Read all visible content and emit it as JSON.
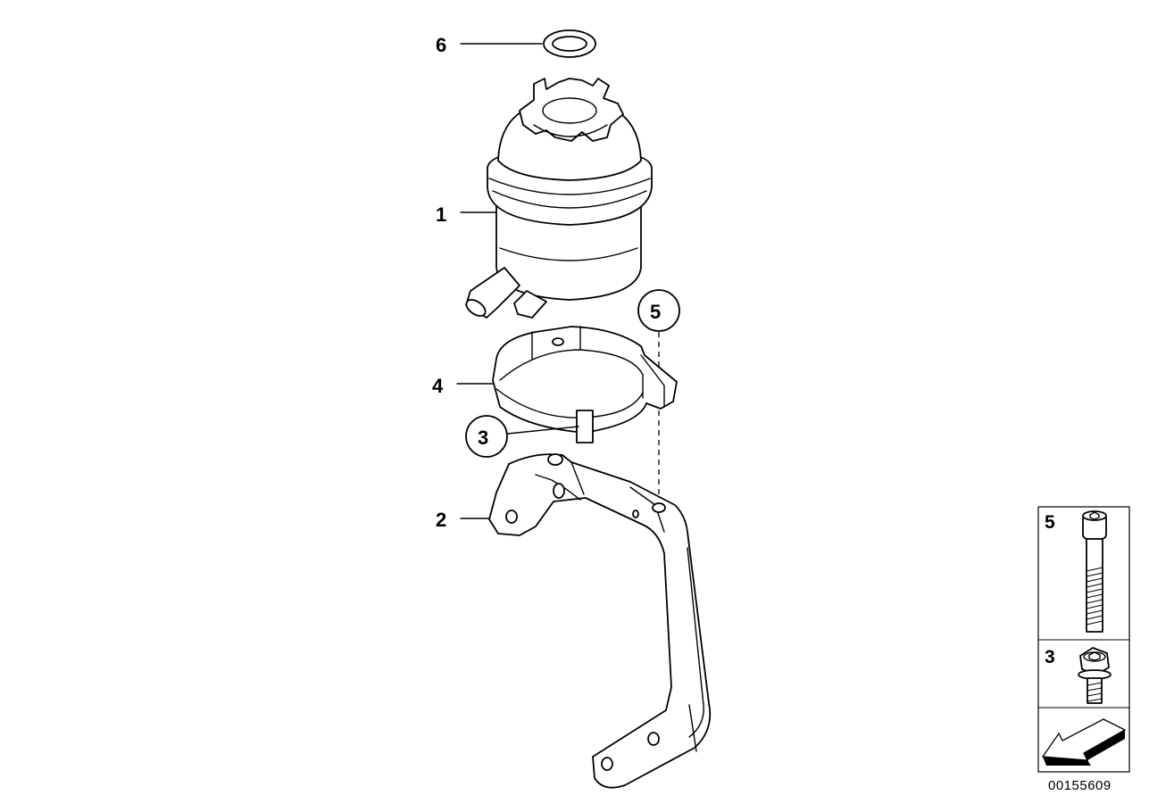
{
  "diagram": {
    "callouts": {
      "part_1": "1",
      "part_2": "2",
      "part_3": "3",
      "part_4": "4",
      "part_5": "5",
      "part_6": "6"
    },
    "legend": {
      "item_5": "5",
      "item_3": "3"
    },
    "diagram_id": "00155609"
  }
}
